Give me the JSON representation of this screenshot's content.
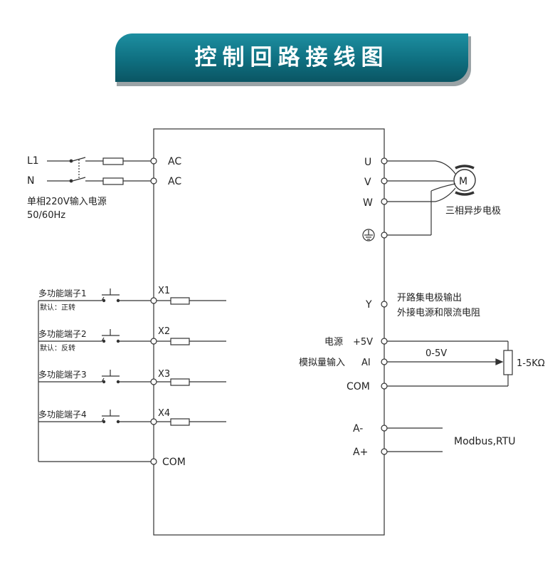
{
  "title": "控制回路接线图",
  "power": {
    "l1": "L1",
    "n": "N",
    "ac1": "AC",
    "ac2": "AC",
    "desc1": "单相220V输入电源",
    "desc2": "50/60Hz"
  },
  "motor": {
    "u": "U",
    "v": "V",
    "w": "W",
    "symbol": "M",
    "label": "三相异步电极"
  },
  "inputs": [
    {
      "label": "多功能端子1",
      "terminal": "X1",
      "default": "默认：正转"
    },
    {
      "label": "多功能端子2",
      "terminal": "X2",
      "default": "默认：反转"
    },
    {
      "label": "多功能端子3",
      "terminal": "X3"
    },
    {
      "label": "多功能端子4",
      "terminal": "X4"
    }
  ],
  "com_left": "COM",
  "y_output": {
    "terminal": "Y",
    "desc1": "开路集电极输出",
    "desc2": "外接电源和限流电阻"
  },
  "analog": {
    "power_label": "电源",
    "plus5v": "+5V",
    "input_label": "模拟量输入",
    "ai": "AI",
    "com": "COM",
    "range": "0-5V",
    "resistor": "1-5KΩ"
  },
  "modbus": {
    "a_minus": "A-",
    "a_plus": "A+",
    "label": "Modbus,RTU"
  }
}
